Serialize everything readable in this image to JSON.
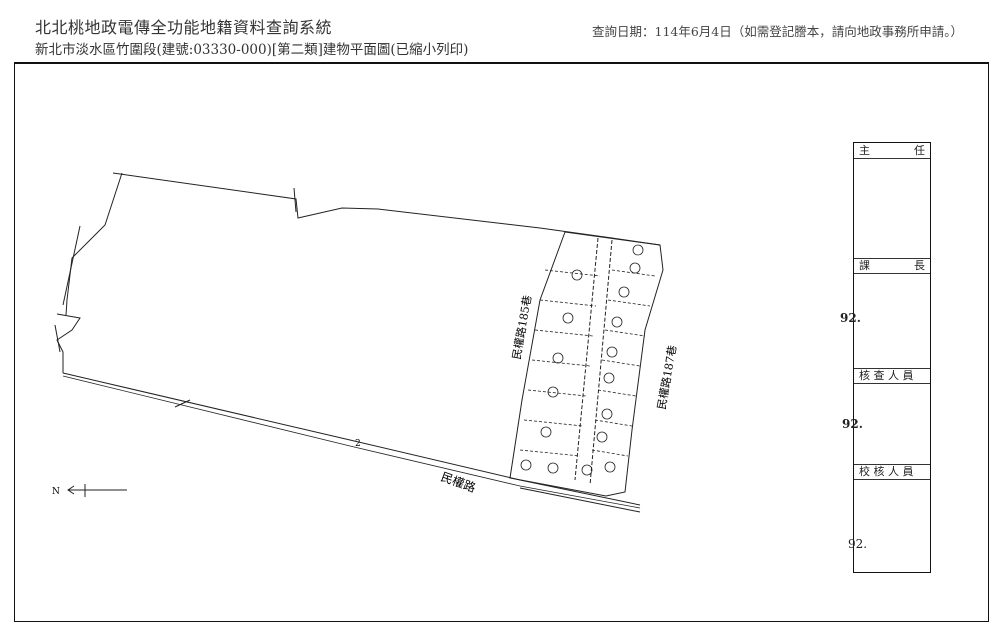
{
  "header": {
    "title": "北北桃地政電傳全功能地籍資料查詢系統",
    "subtitle": "新北市淡水區竹圍段(建號:03330-000)[第二類]建物平面圖(已縮小列印)",
    "query_date": "查詢日期：114年6月4日（如需登記謄本，請向地政事務所申請。）"
  },
  "sign_box": {
    "rows": [
      {
        "left": "主",
        "right": "任"
      },
      {
        "left": "課",
        "right": "長"
      },
      {
        "left": "核 查 人 員",
        "right": ""
      },
      {
        "left": "校 核 人 員",
        "right": ""
      }
    ],
    "dates": [
      "92.",
      "92.",
      "92."
    ]
  },
  "drawing": {
    "parcel_label": "2",
    "north_label": "N",
    "road_labels": [
      "民權路",
      "民權路185巷",
      "民權路187巷"
    ]
  }
}
